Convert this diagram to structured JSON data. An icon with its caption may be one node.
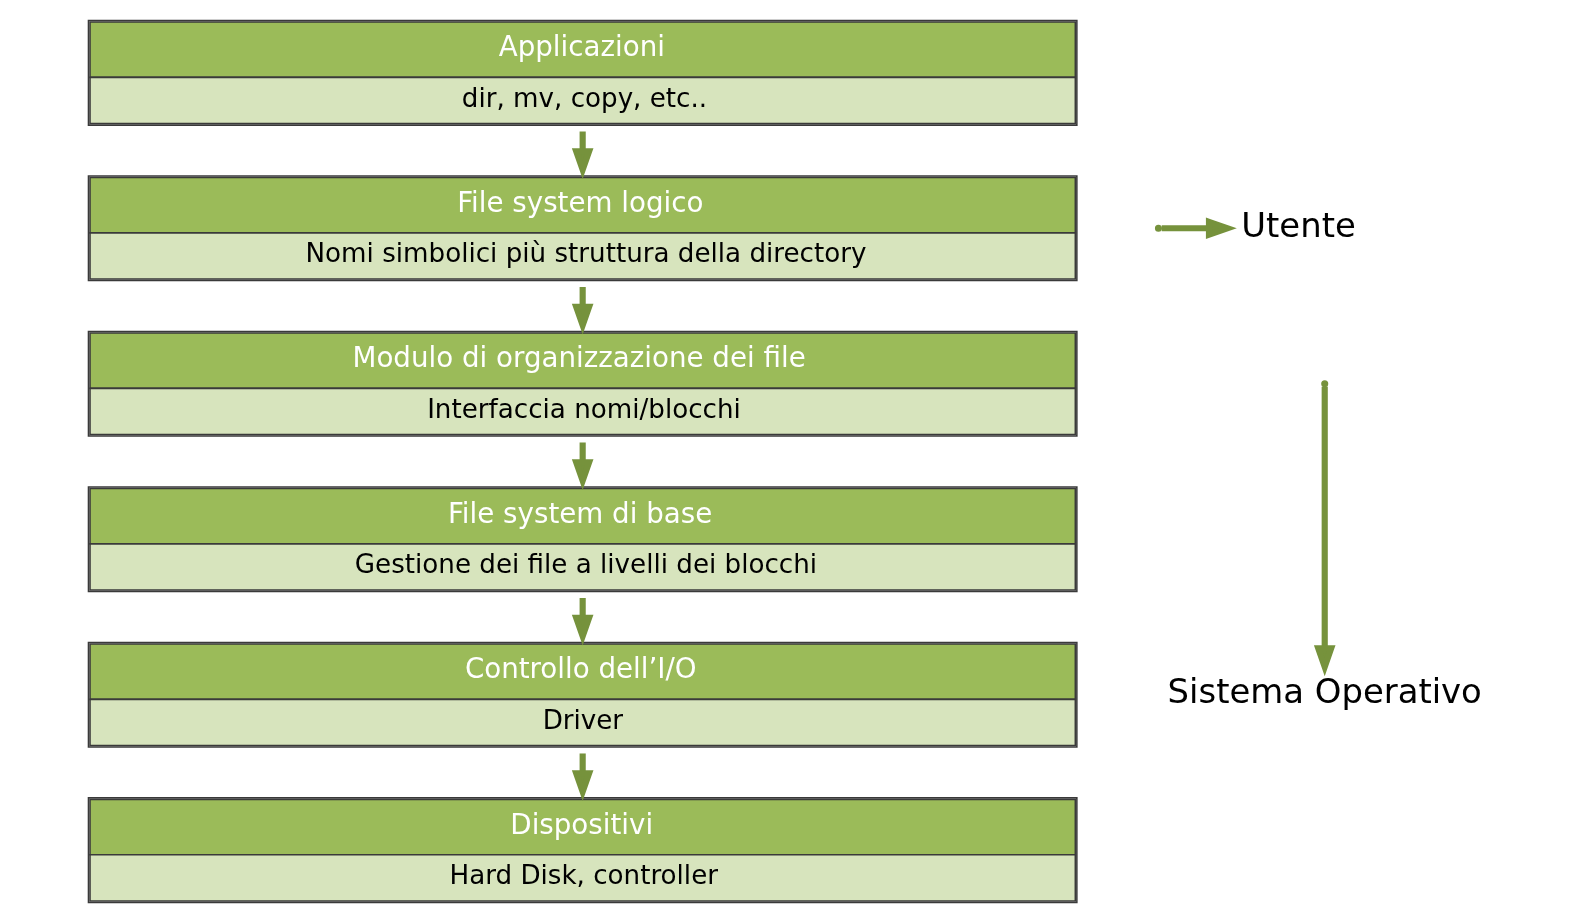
{
  "diagram": {
    "nodes": [
      {
        "text": [
          "Applicazioni",
          "dir, mv, copy, etc.."
        ]
      },
      {
        "text": [
          "File system logico",
          "Nomi simbolici più struttura della directory"
        ]
      },
      {
        "text": [
          "Modulo di organizzazione dei file",
          "Interfaccia nomi/blocchi"
        ]
      },
      {
        "text": [
          "File system di base",
          "Gestione dei file a livelli dei blocchi"
        ]
      },
      {
        "text": [
          "Controllo dell’I/O",
          "Driver"
        ]
      },
      {
        "text": [
          "Dispositivi",
          "Hard Disk, controller"
        ]
      },
      {
        "text": [
          "Utente"
        ]
      },
      {
        "text": [
          "Sistema Operativo"
        ]
      }
    ],
    "edges": [
      {
        "from": 0,
        "to": 1,
        "arrow": "to"
      },
      {
        "from": 1,
        "to": 2,
        "arrow": "to"
      },
      {
        "from": 2,
        "to": 3,
        "arrow": "to"
      },
      {
        "from": 3,
        "to": 4,
        "arrow": "to"
      },
      {
        "from": 4,
        "to": 5,
        "arrow": "to"
      },
      {
        "from": null,
        "to": 6,
        "arrow": "to"
      },
      {
        "from": null,
        "to": 7,
        "arrow": "to"
      }
    ]
  }
}
